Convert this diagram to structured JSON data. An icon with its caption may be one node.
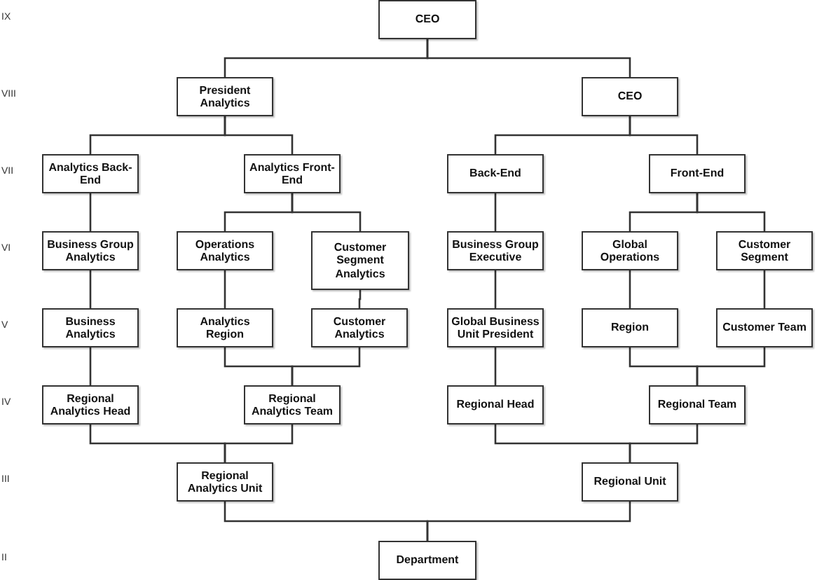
{
  "diagram": {
    "nodes": [
      {
        "text": [
          "CEO"
        ]
      },
      {
        "text": [
          "President Analytics"
        ]
      },
      {
        "text": [
          "CEO"
        ]
      },
      {
        "text": [
          "Analytics Back-End"
        ]
      },
      {
        "text": [
          "Analytics Front-End"
        ]
      },
      {
        "text": [
          "Back-End"
        ]
      },
      {
        "text": [
          "Front-End"
        ]
      },
      {
        "text": [
          "Business Group Analytics"
        ]
      },
      {
        "text": [
          "Operations Analytics"
        ]
      },
      {
        "text": [
          "Customer Segment Analytics"
        ]
      },
      {
        "text": [
          "Business Group Executive"
        ]
      },
      {
        "text": [
          "Global Operations"
        ]
      },
      {
        "text": [
          "Customer Segment"
        ]
      },
      {
        "text": [
          "Business Analytics"
        ]
      },
      {
        "text": [
          "Analytics Region"
        ]
      },
      {
        "text": [
          "Customer Analytics"
        ]
      },
      {
        "text": [
          "Global Business Unit President"
        ]
      },
      {
        "text": [
          "Region"
        ]
      },
      {
        "text": [
          "Customer Team"
        ]
      },
      {
        "text": [
          "Regional Analytics Head"
        ]
      },
      {
        "text": [
          "Regional Analytics Team"
        ]
      },
      {
        "text": [
          "Regional Head"
        ]
      },
      {
        "text": [
          "Regional Team"
        ]
      },
      {
        "text": [
          "Regional Analytics Unit"
        ]
      },
      {
        "text": [
          "Regional Unit"
        ]
      },
      {
        "text": [
          "Department"
        ]
      }
    ],
    "edges": [
      {
        "from": 0,
        "to": 1,
        "arrow": "none"
      },
      {
        "from": 0,
        "to": 2,
        "arrow": "none"
      },
      {
        "from": 1,
        "to": 3,
        "arrow": "none"
      },
      {
        "from": 1,
        "to": 4,
        "arrow": "none"
      },
      {
        "from": 2,
        "to": 5,
        "arrow": "none"
      },
      {
        "from": 2,
        "to": 6,
        "arrow": "none"
      },
      {
        "from": 3,
        "to": 7,
        "arrow": "none"
      },
      {
        "from": 4,
        "to": 8,
        "arrow": "none"
      },
      {
        "from": 4,
        "to": 9,
        "arrow": "none"
      },
      {
        "from": 5,
        "to": 10,
        "arrow": "none"
      },
      {
        "from": 6,
        "to": 11,
        "arrow": "none"
      },
      {
        "from": 6,
        "to": 12,
        "arrow": "none"
      },
      {
        "from": 7,
        "to": 13,
        "arrow": "none"
      },
      {
        "from": 8,
        "to": 14,
        "arrow": "none"
      },
      {
        "from": 9,
        "to": 15,
        "arrow": "none"
      },
      {
        "from": 10,
        "to": 16,
        "arrow": "none"
      },
      {
        "from": 11,
        "to": 17,
        "arrow": "none"
      },
      {
        "from": 12,
        "to": 18,
        "arrow": "none"
      },
      {
        "from": 13,
        "to": 19,
        "arrow": "none"
      },
      {
        "from": 14,
        "to": 20,
        "arrow": "none"
      },
      {
        "from": 15,
        "to": 20,
        "arrow": "none"
      },
      {
        "from": 16,
        "to": 21,
        "arrow": "none"
      },
      {
        "from": 17,
        "to": 22,
        "arrow": "none"
      },
      {
        "from": 18,
        "to": 22,
        "arrow": "none"
      },
      {
        "from": 19,
        "to": 23,
        "arrow": "none"
      },
      {
        "from": 20,
        "to": 23,
        "arrow": "none"
      },
      {
        "from": 21,
        "to": 24,
        "arrow": "none"
      },
      {
        "from": 22,
        "to": 24,
        "arrow": "none"
      },
      {
        "from": 23,
        "to": 25,
        "arrow": "none"
      },
      {
        "from": 24,
        "to": 25,
        "arrow": "none"
      }
    ],
    "labels": [
      "IX",
      "VIII",
      "VII",
      "VI",
      "V",
      "IV",
      "III",
      "II"
    ]
  }
}
